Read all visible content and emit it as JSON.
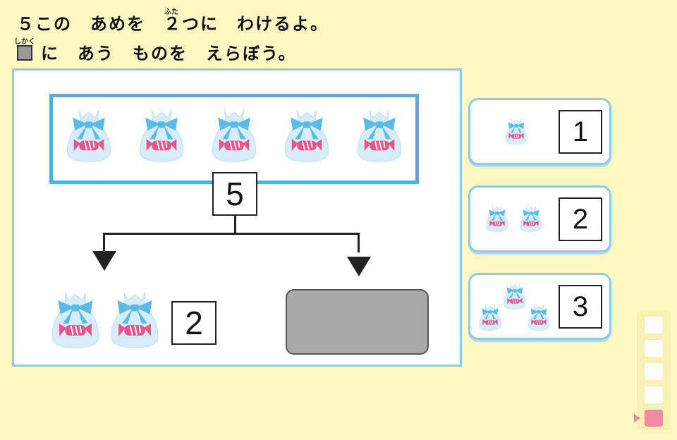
{
  "instructions": {
    "line1": "５この　あめを　２つに　わけるよ。",
    "line1_ruby": "ふた",
    "line2": "に　あう　ものを　えらぼう。",
    "line2_ruby": "しかく"
  },
  "problem": {
    "total_label": "5",
    "total_candy_count": 5,
    "left_part_label": "2",
    "left_part_candy_count": 2
  },
  "options": [
    {
      "label": "1",
      "candy_count": 1
    },
    {
      "label": "2",
      "candy_count": 2
    },
    {
      "label": "3",
      "candy_count": 3
    }
  ],
  "progress": {
    "total_steps": 5,
    "current_step": 5
  },
  "colors": {
    "background": "#fdf7c4",
    "panel_border": "#8fcbe3",
    "candy_box_border": "#57acd8",
    "answer_slot": "#a9a9a9",
    "candy_bag": "#d6ecf8",
    "candy_ribbon": "#5bbbe6",
    "candy_wrapper": "#e8558b",
    "progress_current": "#f28aa0"
  }
}
